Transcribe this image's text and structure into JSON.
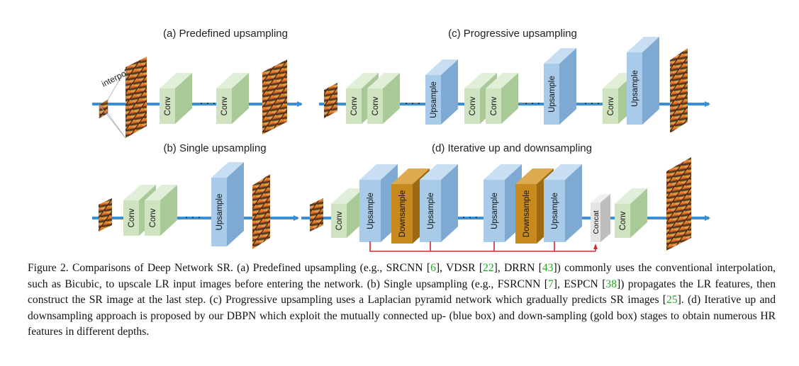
{
  "panels": {
    "a": {
      "title": "(a) Predefined upsampling",
      "interp": "interpolation"
    },
    "b": {
      "title": "(b) Single upsampling"
    },
    "c": {
      "title": "(c) Progressive upsampling"
    },
    "d": {
      "title": "(d) Iterative up and downsampling"
    }
  },
  "labels": {
    "conv": "Conv",
    "upsample": "Upsample",
    "downsample": "Downsample",
    "concat": "Concat",
    "dots": "· · ·"
  },
  "caption": {
    "fig_label": "Figure 2.",
    "p1": " Comparisons of Deep Network SR. (a) Predefined upsampling (e.g., SRCNN [",
    "r1": "6",
    "p2": "], VDSR [",
    "r2": "22",
    "p3": "], DRRN [",
    "r3": "43",
    "p4": "]) commonly uses the conventional interpolation, such as Bicubic, to upscale LR input images before entering the network. (b) Single upsampling (e.g., FSRCNN [",
    "r4": "7",
    "p5": "], ESPCN [",
    "r5": "38",
    "p6": "]) propagates the LR features, then construct the SR image at the last step. (c) Progressive upsampling uses a Laplacian pyramid network which gradually predicts SR images [",
    "r6": "25",
    "p7": "]. (d) Iterative up and downsampling approach is proposed by our DBPN which exploit the mutually connected up- (blue box) and down-sampling (gold box) stages to obtain numerous HR features in different depths."
  },
  "colors": {
    "arrow": "#3a8fd4",
    "conv_front": "#cfe3c1",
    "conv_side": "#a9c996",
    "conv_top": "#e1eed8",
    "up_front": "#a9cbea",
    "up_side": "#7ea9d3",
    "up_top": "#c8def2",
    "down_front": "#c88a1e",
    "down_side": "#9c6a12",
    "down_top": "#ddaa4d",
    "concat_front": "#e4e4e4",
    "concat_side": "#bdbdbd",
    "concat_top": "#f0f0f0",
    "connector": "#d6282f"
  }
}
